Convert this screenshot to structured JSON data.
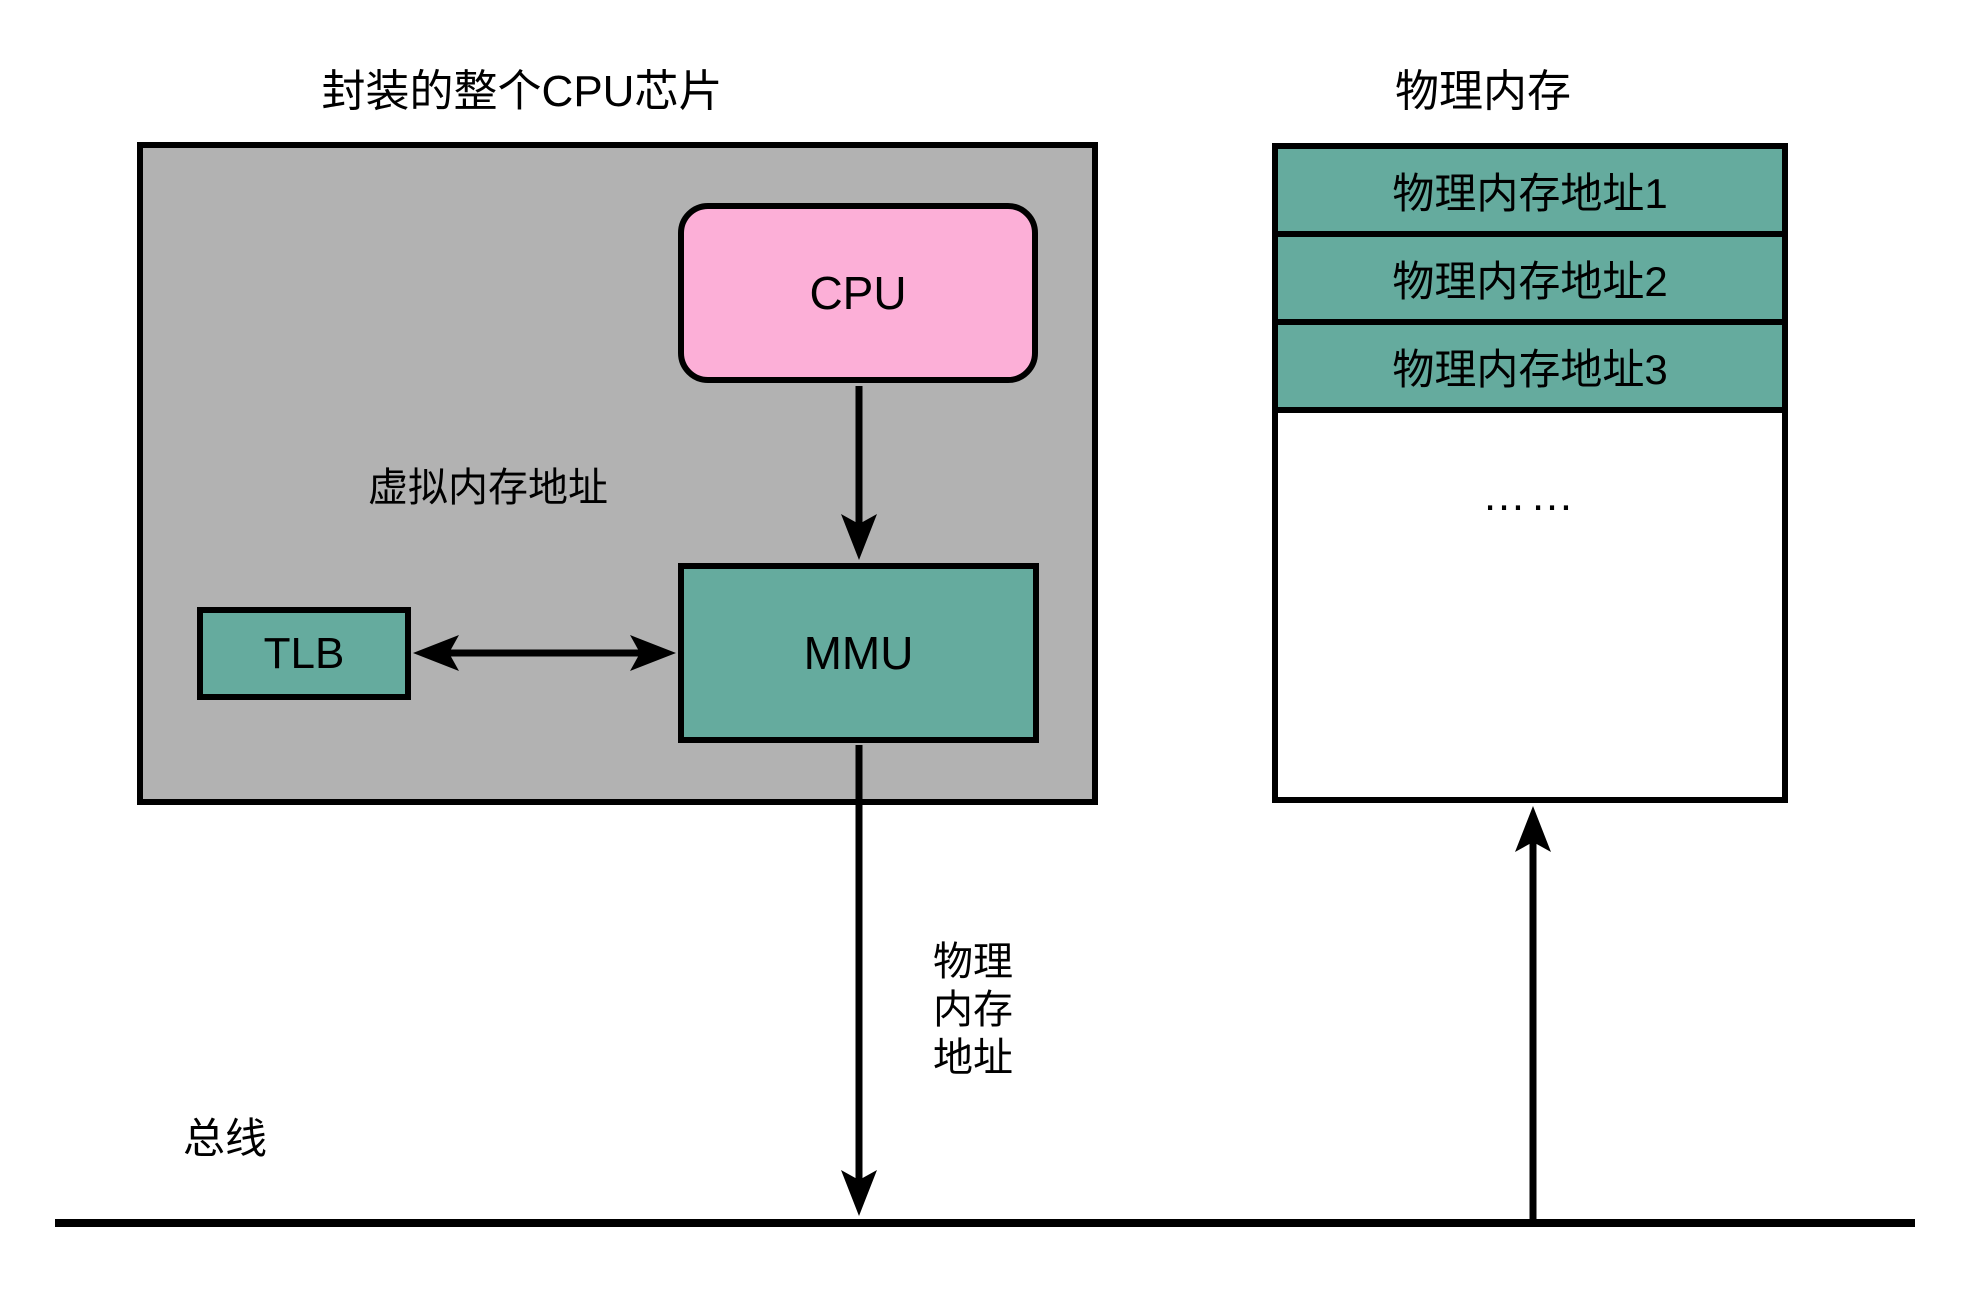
{
  "diagram": {
    "kind": "memory-architecture-diagram"
  },
  "chip": {
    "title": "封装的整个CPU芯片",
    "cpu_label": "CPU",
    "mmu_label": "MMU",
    "tlb_label": "TLB",
    "virtual_addr_label": "虚拟内存地址"
  },
  "memory": {
    "title": "物理内存",
    "rows": [
      {
        "label": "物理内存地址1"
      },
      {
        "label": "物理内存地址2"
      },
      {
        "label": "物理内存地址3"
      }
    ],
    "ellipsis": "……"
  },
  "labels": {
    "physical_addr": "物理\n内存\n地址"
  },
  "bus": {
    "label": "总线"
  },
  "colors": {
    "chip_background": "#b2b2b2",
    "cpu_fill": "#fcafd7",
    "teal_fill": "#65ab9e",
    "line": "#000000",
    "page_background": "#ffffff"
  }
}
